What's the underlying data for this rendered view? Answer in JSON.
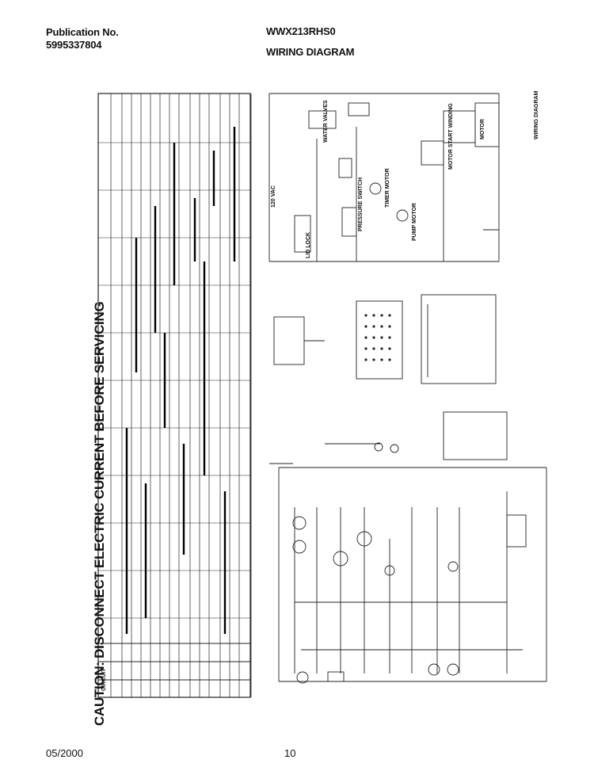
{
  "header": {
    "publication_label": "Publication No.",
    "publication_number": "5995337804",
    "model": "WWX213RHS0",
    "title": "WIRING DIAGRAM"
  },
  "caution": "CAUTION: DISCONNECT ELECTRIC CURRENT BEFORE SERVICING",
  "diagram_labels": {
    "supply": "120 VAC",
    "lid_lock": "LID LOCK",
    "pressure_switch": "PRESSURE SWITCH",
    "timer_motor": "TIMER MOTOR",
    "pump_motor": "PUMP MOTOR",
    "water_valves": "WATER VALVES",
    "motor": "MOTOR",
    "motor_start_winding": "MOTOR START WINDING",
    "wiring_diagram_side": "WIRING DIAGRAM",
    "circuit": "CIRCUIT"
  },
  "footer": {
    "date": "05/2000",
    "page": "10"
  }
}
